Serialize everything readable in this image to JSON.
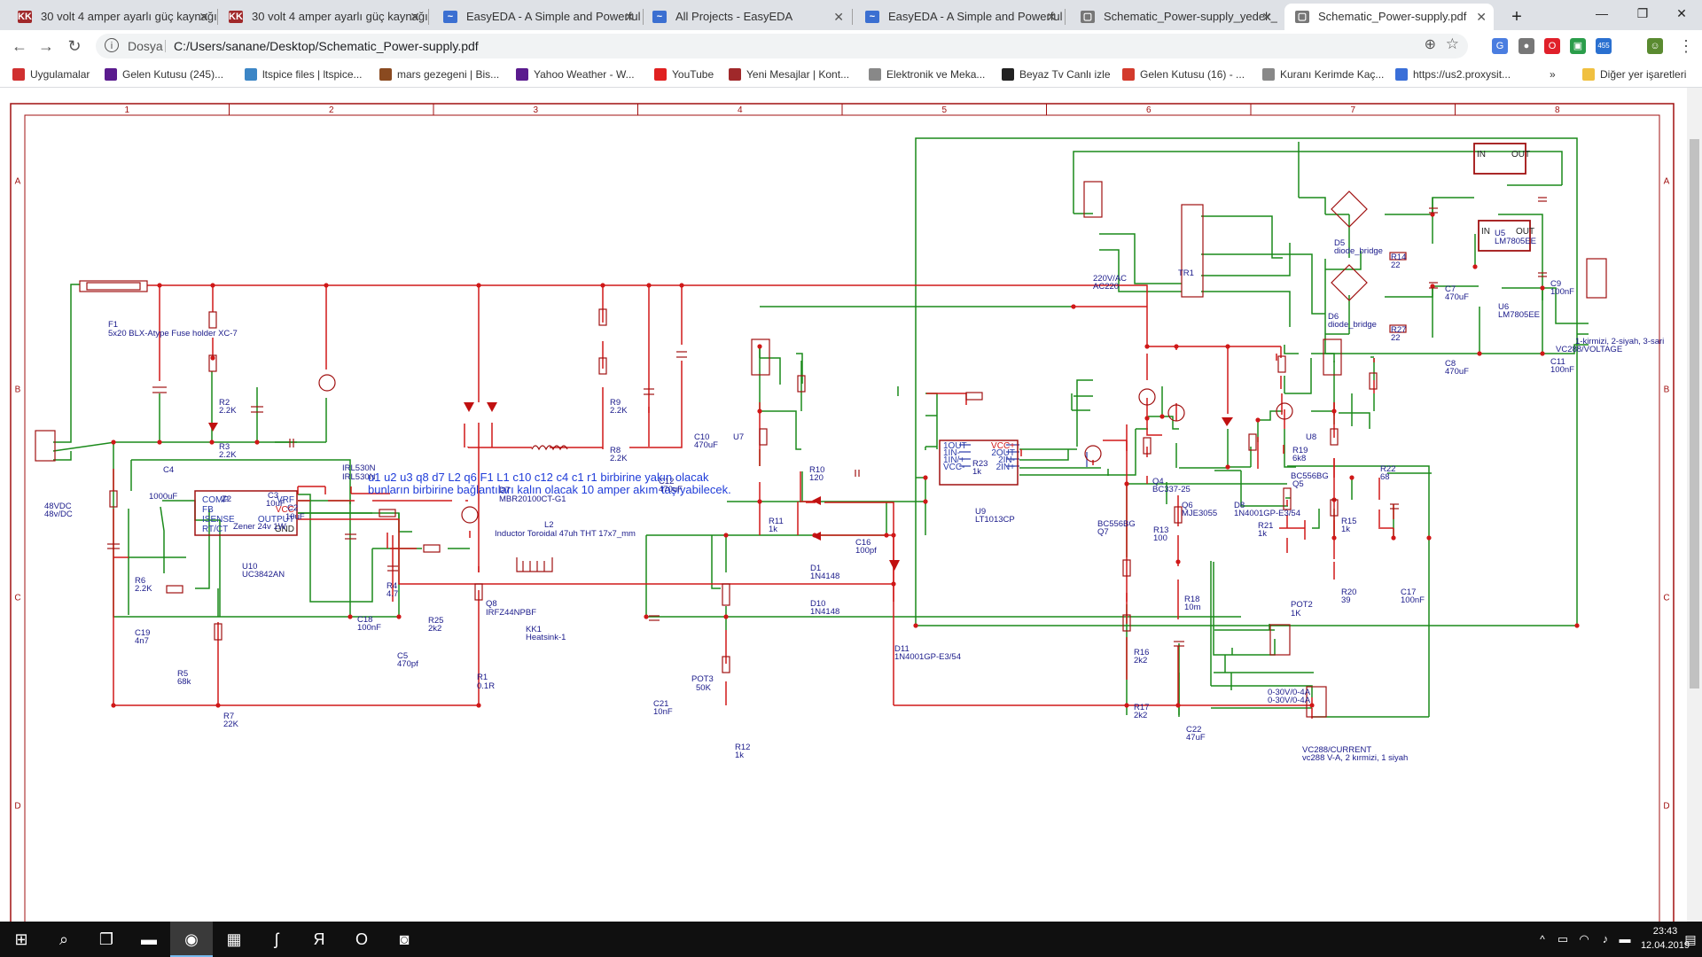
{
  "tabs": [
    {
      "label": "30 volt 4 amper ayarlı güç kaynağı",
      "fav": "KK",
      "fav_color": "#a0282a"
    },
    {
      "label": "30 volt 4 amper ayarlı güç kaynağı",
      "fav": "KK",
      "fav_color": "#a0282a"
    },
    {
      "label": "EasyEDA - A Simple and Powerful",
      "fav": "~",
      "fav_color": "#3b6fd1"
    },
    {
      "label": "All Projects - EasyEDA",
      "fav": "~",
      "fav_color": "#3b6fd1"
    },
    {
      "label": "EasyEDA - A Simple and Powerful",
      "fav": "~",
      "fav_color": "#3b6fd1"
    },
    {
      "label": "Schematic_Power-supply_yedek_",
      "fav": "▢",
      "fav_color": "#777777"
    },
    {
      "label": "Schematic_Power-supply.pdf",
      "fav": "▢",
      "fav_color": "#777777"
    }
  ],
  "address": {
    "security_label": "Dosya",
    "url": "C:/Users/sanane/Desktop/Schematic_Power-supply.pdf"
  },
  "extensions": [
    {
      "name": "translate-icon",
      "glyph": "G",
      "color": "#4a7de0"
    },
    {
      "name": "incognito-icon",
      "glyph": "●",
      "color": "#777777"
    },
    {
      "name": "opera-icon",
      "glyph": "O",
      "color": "#e0202a"
    },
    {
      "name": "picture-icon",
      "glyph": "▣",
      "color": "#2a9d4a"
    },
    {
      "name": "badge-icon",
      "glyph": "455",
      "color": "#2a70d0"
    },
    {
      "name": "profile-icon",
      "glyph": "☺",
      "color": "#5a8a30"
    }
  ],
  "bookmarks": [
    {
      "label": "Uygulamalar",
      "icon": "apps-icon",
      "color": "#d03030"
    },
    {
      "label": "Gelen Kutusu (245)...",
      "icon": "yahoo-mail-icon",
      "color": "#5a1b8e"
    },
    {
      "label": "ltspice files | ltspice...",
      "icon": "wordpress-icon",
      "color": "#3c86c6"
    },
    {
      "label": "mars gezegeni | Bis...",
      "icon": "image-icon",
      "color": "#8a4a20"
    },
    {
      "label": "Yahoo Weather - W...",
      "icon": "yahoo-icon",
      "color": "#5a1b8e"
    },
    {
      "label": "YouTube",
      "icon": "youtube-icon",
      "color": "#e02020"
    },
    {
      "label": "Yeni Mesajlar | Kont...",
      "icon": "kk-icon",
      "color": "#a0282a"
    },
    {
      "label": "Elektronik ve Meka...",
      "icon": "page-icon",
      "color": "#888888"
    },
    {
      "label": "Beyaz Tv Canlı izle",
      "icon": "tv-icon",
      "color": "#222222"
    },
    {
      "label": "Gelen Kutusu (16) - ...",
      "icon": "gmail-icon",
      "color": "#d33a2c"
    },
    {
      "label": "Kuranı Kerimde Kaç...",
      "icon": "page-icon",
      "color": "#888888"
    },
    {
      "label": "https://us2.proxysit...",
      "icon": "shield-icon",
      "color": "#3a6fd8"
    }
  ],
  "bookmarks_overflow": "»",
  "other_bookmarks": "Diğer yer işaretleri",
  "schematic": {
    "cols": [
      "1",
      "2",
      "3",
      "4",
      "5",
      "6",
      "7",
      "8"
    ],
    "rows": [
      "A",
      "B",
      "C",
      "D"
    ],
    "note_line1": "u1 u2 u3 q8 d7 L2 q6 F1 L1 c10 c12 c4 c1 r1 birbirine yakın olacak",
    "note_line2": "bunların birbirine bağlantıları kalın olacak 10 amper akım taşıyabilecek.",
    "labels": [
      [
        "F1",
        122,
        270
      ],
      [
        "5x20 BLX-Atype Fuse holder XC-7",
        122,
        280
      ],
      [
        "R2",
        247,
        358
      ],
      [
        "2.2K",
        247,
        367
      ],
      [
        "R3",
        247,
        408
      ],
      [
        "2.2K",
        247,
        417
      ],
      [
        "C4",
        184,
        434
      ],
      [
        "1000uF",
        168,
        464
      ],
      [
        "Z2",
        250,
        467
      ],
      [
        "Zener 24v 1W",
        263,
        498
      ],
      [
        "C3",
        302,
        463
      ],
      [
        "10uF",
        300,
        472
      ],
      [
        "C2",
        324,
        477
      ],
      [
        "10uF",
        322,
        487
      ],
      [
        "IRL530N",
        386,
        432
      ],
      [
        "IRL530N",
        386,
        442
      ],
      [
        "48VDC",
        50,
        475
      ],
      [
        "48v/DC",
        50,
        484
      ],
      [
        "D7",
        563,
        457
      ],
      [
        "MBR20100CT-G1",
        563,
        467
      ],
      [
        "L2",
        614,
        496
      ],
      [
        "Inductor Toroidal 47uh THT 17x7_mm",
        558,
        506
      ],
      [
        "R9",
        688,
        358
      ],
      [
        "2.2K",
        688,
        367
      ],
      [
        "R8",
        688,
        412
      ],
      [
        "2.2K",
        688,
        421
      ],
      [
        "C10",
        783,
        397
      ],
      [
        "470uF",
        783,
        406
      ],
      [
        "C12",
        743,
        447
      ],
      [
        "470uF",
        743,
        456
      ],
      [
        "U10",
        273,
        543
      ],
      [
        "UC3842AN",
        273,
        552
      ],
      [
        "R6",
        152,
        559
      ],
      [
        "2.2K",
        152,
        568
      ],
      [
        "C19",
        152,
        618
      ],
      [
        "4n7",
        152,
        627
      ],
      [
        "R4",
        436,
        565
      ],
      [
        "4.7",
        436,
        574
      ],
      [
        "Q8",
        548,
        585
      ],
      [
        "IRFZ44NPBF",
        548,
        595
      ],
      [
        "C18",
        403,
        603
      ],
      [
        "100nF",
        403,
        612
      ],
      [
        "R25",
        483,
        604
      ],
      [
        "2k2",
        483,
        613
      ],
      [
        "C5",
        448,
        644
      ],
      [
        "470pf",
        448,
        653
      ],
      [
        "R5",
        200,
        664
      ],
      [
        "68k",
        200,
        673
      ],
      [
        "R7",
        252,
        712
      ],
      [
        "22K",
        252,
        721
      ],
      [
        "R1",
        538,
        668
      ],
      [
        "0.1R",
        538,
        678
      ],
      [
        "KK1",
        593,
        614
      ],
      [
        "Heatsink-1",
        593,
        623
      ],
      [
        "U7",
        827,
        397
      ],
      [
        "R10",
        913,
        434
      ],
      [
        "120",
        913,
        443
      ],
      [
        "R11",
        867,
        492
      ],
      [
        "1k",
        867,
        501
      ],
      [
        "C16",
        965,
        516
      ],
      [
        "100pf",
        965,
        525
      ],
      [
        "D1",
        914,
        545
      ],
      [
        "1N4148",
        914,
        554
      ],
      [
        "D10",
        914,
        585
      ],
      [
        "1N4148",
        914,
        594
      ],
      [
        "D11",
        1009,
        636
      ],
      [
        "1N4001GP-E3/54",
        1009,
        645
      ],
      [
        "POT3",
        780,
        670
      ],
      [
        "50K",
        785,
        680
      ],
      [
        "R12",
        829,
        747
      ],
      [
        "1k",
        829,
        756
      ],
      [
        "C21",
        737,
        698
      ],
      [
        "10nF",
        737,
        707
      ],
      [
        "R23",
        1097,
        427
      ],
      [
        "1k",
        1097,
        436
      ],
      [
        "U9",
        1100,
        481
      ],
      [
        "LT1013CP",
        1100,
        490
      ],
      [
        "Q4",
        1300,
        447
      ],
      [
        "BC337-25",
        1300,
        456
      ],
      [
        "Q6",
        1333,
        474
      ],
      [
        "MJE3055",
        1333,
        483
      ],
      [
        "D8",
        1392,
        474
      ],
      [
        "1N4001GP-E3/54",
        1392,
        483
      ],
      [
        "BC556BG",
        1238,
        495
      ],
      [
        "Q7",
        1238,
        504
      ],
      [
        "R13",
        1301,
        502
      ],
      [
        "100",
        1301,
        511
      ],
      [
        "R21",
        1419,
        497
      ],
      [
        "1k",
        1419,
        506
      ],
      [
        "R19",
        1458,
        412
      ],
      [
        "6k8",
        1458,
        421
      ],
      [
        "U8",
        1473,
        397
      ],
      [
        "BC556BG",
        1456,
        441
      ],
      [
        "Q5",
        1458,
        450
      ],
      [
        "R22",
        1557,
        433
      ],
      [
        "68",
        1557,
        442
      ],
      [
        "R15",
        1513,
        492
      ],
      [
        "1k",
        1513,
        501
      ],
      [
        "R20",
        1513,
        572
      ],
      [
        "39",
        1513,
        581
      ],
      [
        "C17",
        1580,
        572
      ],
      [
        "100nF",
        1580,
        581
      ],
      [
        "POT2",
        1456,
        586
      ],
      [
        "1K",
        1456,
        596
      ],
      [
        "R18",
        1336,
        580
      ],
      [
        "10m",
        1336,
        589
      ],
      [
        "R16",
        1279,
        640
      ],
      [
        "2k2",
        1279,
        649
      ],
      [
        "R17",
        1279,
        702
      ],
      [
        "2k2",
        1279,
        711
      ],
      [
        "C22",
        1338,
        727
      ],
      [
        "47uF",
        1338,
        736
      ],
      [
        "0-30V/0-4A",
        1430,
        685
      ],
      [
        "0-30V/0-4A",
        1430,
        694
      ],
      [
        "VC288/CURRENT",
        1469,
        750
      ],
      [
        "vc288 V-A, 2 kırmizi, 1 siyah",
        1469,
        759
      ],
      [
        "TR1",
        1329,
        212
      ],
      [
        "220V/AC",
        1233,
        218
      ],
      [
        "AC220",
        1233,
        227
      ],
      [
        "D5",
        1505,
        178
      ],
      [
        "diode_bridge",
        1505,
        187
      ],
      [
        "D6",
        1498,
        261
      ],
      [
        "diode_bridge",
        1498,
        270
      ],
      [
        "R14",
        1569,
        194
      ],
      [
        "22",
        1569,
        203
      ],
      [
        "R27",
        1569,
        276
      ],
      [
        "22",
        1569,
        285
      ],
      [
        "C7",
        1630,
        230
      ],
      [
        "470uF",
        1630,
        239
      ],
      [
        "C8",
        1630,
        314
      ],
      [
        "470uF",
        1630,
        323
      ],
      [
        "U5",
        1686,
        167
      ],
      [
        "LM7805EE",
        1686,
        176
      ],
      [
        "U6",
        1690,
        250
      ],
      [
        "LM7805EE",
        1690,
        259
      ],
      [
        "C9",
        1749,
        224
      ],
      [
        "100nF",
        1749,
        233
      ],
      [
        "C11",
        1749,
        312
      ],
      [
        "100nF",
        1749,
        321
      ],
      [
        "1-kirmizi, 2-siyah, 3-sari",
        1777,
        289
      ],
      [
        "VC288/VOLTAGE",
        1755,
        298
      ]
    ],
    "chip_u10": [
      "COMP",
      "FB",
      "ISENSE",
      "RT/CT",
      "VRF",
      "VCC",
      "OUTPUT",
      "GND"
    ],
    "chip_u9": [
      "1OUT",
      "1IN-",
      "1IN/+",
      "VCC-",
      "VCC+",
      "2OUT",
      "2IN-",
      "2IN+"
    ],
    "reg_labels": [
      "IN",
      "GND",
      "OUT"
    ]
  },
  "taskbar": {
    "time": "23:43",
    "date": "12.04.2019",
    "items": [
      {
        "name": "start-icon",
        "glyph": "⊞"
      },
      {
        "name": "search-icon",
        "glyph": "⌕"
      },
      {
        "name": "task-view-icon",
        "glyph": "❐"
      },
      {
        "name": "file-explorer-icon",
        "glyph": "▬"
      },
      {
        "name": "chrome-icon",
        "glyph": "◉"
      },
      {
        "name": "calculator-icon",
        "glyph": "▦"
      },
      {
        "name": "ltspice-icon",
        "glyph": "ʃ"
      },
      {
        "name": "yandex-icon",
        "glyph": "Я"
      },
      {
        "name": "opera-icon",
        "glyph": "O"
      },
      {
        "name": "app-icon",
        "glyph": "◙"
      }
    ]
  }
}
